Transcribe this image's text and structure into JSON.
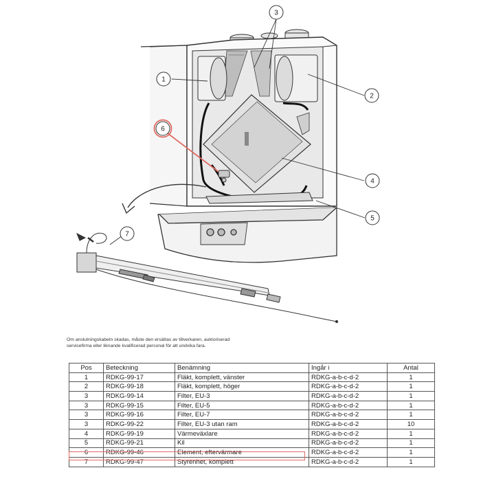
{
  "callouts": [
    {
      "num": "1"
    },
    {
      "num": "2"
    },
    {
      "num": "3"
    },
    {
      "num": "4"
    },
    {
      "num": "5"
    },
    {
      "num": "6"
    },
    {
      "num": "7"
    }
  ],
  "highlight_color": "#e06a63",
  "note": "Om anslutningskabeln skadas, måste den ersättas av tillverkaren, auktoriserad servicefirma eller liknande kvalificerad personal för att undvika fara.",
  "table": {
    "headers": [
      "Pos",
      "Beteckning",
      "Benämning",
      "Ingår i",
      "Antal"
    ],
    "rows": [
      [
        "1",
        "RDKG-99-17",
        "Fläkt, komplett, vänster",
        "RDKG-a-b-c-d-2",
        "1"
      ],
      [
        "2",
        "RDKG-99-18",
        "Fläkt, komplett, höger",
        "RDKG-a-b-c-d-2",
        "1"
      ],
      [
        "3",
        "RDKG-99-14",
        "Filter, EU-3",
        "RDKG-a-b-c-d-2",
        "1"
      ],
      [
        "3",
        "RDKG-99-15",
        "Filter, EU-5",
        "RDKG-a-b-c-d-2",
        "1"
      ],
      [
        "3",
        "RDKG-99-16",
        "Filter, EU-7",
        "RDKG-a-b-c-d-2",
        "1"
      ],
      [
        "3",
        "RDKG-99-22",
        "Filter, EU-3 utan ram",
        "RDKG-a-b-c-d-2",
        "10"
      ],
      [
        "4",
        "RDKG-99-19",
        "Värmeväxlare",
        "RDKG-a-b-c-d-2",
        "1"
      ],
      [
        "5",
        "RDKG-99-21",
        "Kil",
        "RDKG-a-b-c-d-2",
        "1"
      ],
      [
        "6",
        "RDKG-99-46",
        "Element, eftervärmare",
        "RDKG-a-b-c-d-2",
        "1"
      ],
      [
        "7",
        "RDKG-99-47",
        "Styrenhet, komplett",
        "RDKG-a-b-c-d-2",
        "1"
      ]
    ]
  }
}
